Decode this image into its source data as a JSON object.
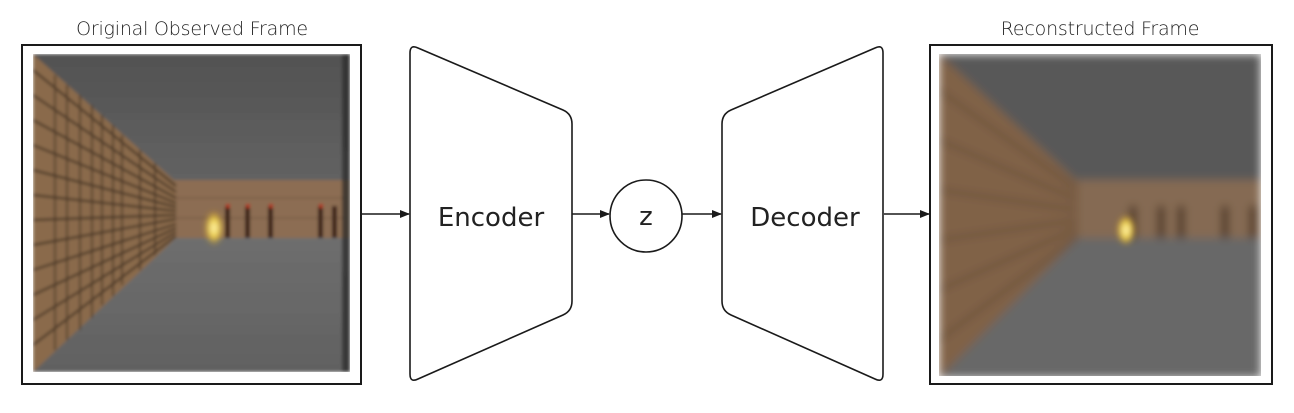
{
  "input_frame": {
    "caption": "Original Observed Frame"
  },
  "encoder": {
    "label": "Encoder"
  },
  "latent": {
    "label": "z"
  },
  "decoder": {
    "label": "Decoder"
  },
  "output_frame": {
    "caption": "Reconstructed Frame"
  },
  "colors": {
    "wall_brick": "#8a6a4c",
    "mortar": "#4a3726",
    "ceiling": "#5c5c5c",
    "floor": "#6a6a6a",
    "torch_glow": "#f6e27a",
    "stroke": "#1a1a1a"
  }
}
